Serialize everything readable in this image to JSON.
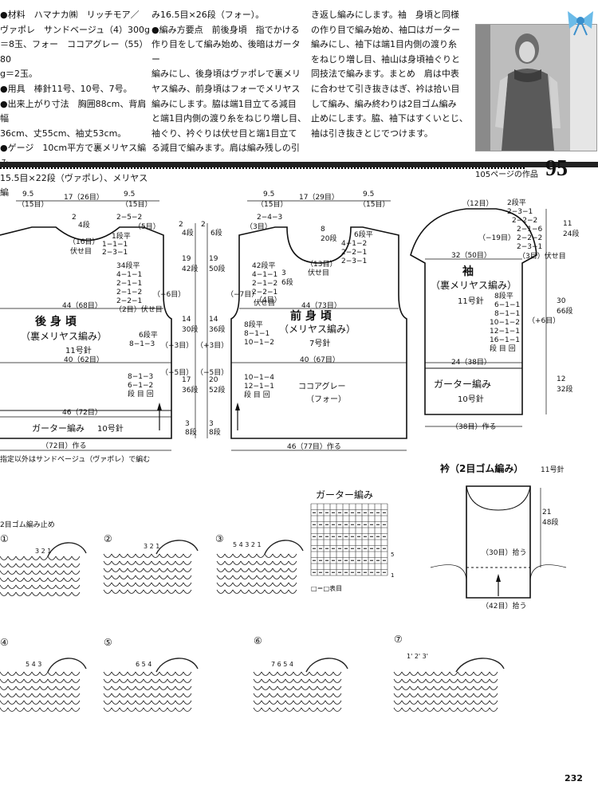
{
  "text_columns": {
    "col1": [
      {
        "text": "●材料　ハマナカ㈱　リッチモア／",
        "bold_prefix": ""
      },
      {
        "text": "ヴァポレ　サンドベージュ（4）300g"
      },
      {
        "text": "＝8玉、フォー　ココアグレー（55）80"
      },
      {
        "text": "g＝2玉。"
      },
      {
        "text": "●用具　棒針11号、10号、7号。"
      },
      {
        "text": "●出来上がり寸法　胸囲88cm、背肩幅"
      },
      {
        "text": "36cm、丈55cm、袖丈53cm。"
      },
      {
        "text": "●ゲージ　10cm平方で裏メリヤス編み"
      },
      {
        "text": "15.5目×22段（ヴァポレ）、メリヤス編"
      }
    ],
    "col2": [
      {
        "text": "み16.5目×26段（フォー）。"
      },
      {
        "text": "●編み方要点　前後身頃　指でかける"
      },
      {
        "text": "作り目をして編み始め、後暗はガーター"
      },
      {
        "text": "編みにし、後身頃はヴァポレで裏メリ"
      },
      {
        "text": "ヤス編み、前身頃はフォーでメリヤス"
      },
      {
        "text": "編みにします。脇は端1目立てる減目"
      },
      {
        "text": "と端1目内側の渡り糸をねじり増し目、"
      },
      {
        "text": "袖ぐり、衿ぐりは伏せ目と端1目立て"
      },
      {
        "text": "る減目で編みます。肩は編み残しの引"
      }
    ],
    "col3": [
      {
        "text": "き返し編みにします。袖　身頃と同様"
      },
      {
        "text": "の作り目で編み始め、袖口はガーター"
      },
      {
        "text": "編みにし、袖下は端1目内側の渡り糸"
      },
      {
        "text": "をねじり増し目、袖山は身頃袖ぐりと"
      },
      {
        "text": "同技法で編みます。まとめ　肩は中表"
      },
      {
        "text": "に合わせて引き抜きはぎ、衿は拾い目"
      },
      {
        "text": "して編み、編み終わりは2目ゴム編み"
      },
      {
        "text": "止めにします。脇、袖下はすくいとじ、"
      },
      {
        "text": "袖は引き抜きとじでつけます。"
      }
    ]
  },
  "header": {
    "page_ref": "105ページの作品",
    "page_number": "95"
  },
  "back": {
    "top_left": "9.5",
    "top_left_st": "（15目）",
    "top_mid": "17（26目）",
    "top_right": "9.5",
    "top_right_st": "（15目）",
    "neck_rows": "2",
    "neck_rows2": "4段",
    "neck_dec": "2−5−2",
    "neck_dec2": "（5目）",
    "neck_bind": "（16目）",
    "neck_bind2": "伏せ目",
    "arm1": "1段平",
    "arm2": "1−1−1",
    "arm3": "2−3−1",
    "arm4": "34段平",
    "arm5": "4−1−1",
    "arm6": "2−1−1",
    "arm7": "2−1−2",
    "arm8": "2−2−1",
    "arm9": "（2目）伏せ目",
    "arm_minus": "（−6目）",
    "width1": "44（68目）",
    "title": "後 身 頃",
    "subtitle": "（裏メリヤス編み）",
    "needle": "11号針",
    "side1": "6段平",
    "side2": "8−1−3",
    "side_plus": "（+3目）",
    "width2": "40（62目）",
    "side3": "（−5目）",
    "side4": "8−1−3",
    "side5": "6−1−2",
    "side6": "段 目 回",
    "width3": "46（72目）",
    "garter": "ガーター編み",
    "garter_needle": "10号針",
    "bottom": "（72目）作る",
    "dim1": "2",
    "dim1b": "4段",
    "dim2": "19",
    "dim2b": "42段",
    "dim3": "14",
    "dim3b": "30段",
    "dim4": "17",
    "dim4b": "36段",
    "dim5": "3",
    "dim5b": "8段"
  },
  "middle_dims": {
    "a": "2",
    "ab": "6段",
    "b": "19",
    "bb": "50段",
    "c": "14",
    "cb": "36段",
    "d": "20",
    "db": "52段",
    "e": "3",
    "eb": "8段",
    "plus": "（+3目）",
    "minus": "（−5目）"
  },
  "front": {
    "top_left": "9.5",
    "top_left_st": "（15目）",
    "top_mid": "17（29目）",
    "top_right": "9.5",
    "top_right_st": "（15目）",
    "neck_a": "2−4−3",
    "neck_a2": "（3目）",
    "neck_rows": "8",
    "neck_rows2": "20段",
    "neck_bind": "（13目）",
    "neck_bind2": "伏せ目",
    "neck_b1": "6段平",
    "neck_b2": "4−1−2",
    "neck_b3": "2−2−1",
    "neck_b4": "2−3−1",
    "arm1": "42段平",
    "arm2": "4−1−1",
    "arm3": "2−1−2",
    "arm4": "2−2−1",
    "arm5": "（4目）",
    "arm6": "伏せ目",
    "arm_rows": "3",
    "arm_rows2": "6段",
    "arm_minus": "（−7目）",
    "width1": "44（73目）",
    "title": "前 身 頃",
    "subtitle": "（メリヤス編み）",
    "needle": "7号針",
    "side1": "8段平",
    "side2": "8−1−1",
    "side3": "10−1−2",
    "side_plus": "（+3目）",
    "width2": "40（67目）",
    "side4": "（−5目）",
    "side5": "10−1−4",
    "side6": "12−1−1",
    "side7": "段 目 回",
    "color": "ココアグレー",
    "color2": "（フォー）",
    "bottom": "46（77目）作る"
  },
  "sleeve": {
    "top": "（12目）",
    "cap1": "2段平",
    "cap2": "2−3−1",
    "cap3": "2−2−2",
    "cap4": "2−1−6",
    "cap5": "2−2−2",
    "cap6": "2−3−1",
    "cap_minus": "（−19目）",
    "cap_bind": "（3目）伏せ目",
    "cap_h": "11",
    "cap_h2": "24段",
    "width1": "32（50目）",
    "title": "袖",
    "subtitle": "（裏メリヤス編み）",
    "needle": "11号針",
    "inc1": "8段平",
    "inc2": "6−1−1",
    "inc3": "8−1−1",
    "inc4": "10−1−2",
    "inc5": "12−1−1",
    "inc6": "16−1−1",
    "inc7": "段 目 回",
    "plus": "（+6目）",
    "len": "30",
    "len2": "66段",
    "width2": "24（38目）",
    "garter": "ガーター編み",
    "garter_needle": "10号針",
    "cuff": "12",
    "cuff2": "32段",
    "bottom": "（38目）作る"
  },
  "note": "指定以外はサンドベージュ（ヴァポレ）で編む",
  "collar": {
    "title": "衿（2目ゴム編み）",
    "needle": "11号針",
    "h": "21",
    "h2": "48段",
    "pick1": "（30目）拾う",
    "pick2": "（42目）拾う"
  },
  "garter_chart": {
    "title": "ガーター編み",
    "legend": "□＝□表目",
    "row_labels": [
      "5",
      "1"
    ]
  },
  "technique": {
    "title": "2目ゴム編み止め",
    "steps": [
      "①",
      "②",
      "③",
      "④",
      "⑤",
      "⑥",
      "⑦"
    ],
    "labels": {
      "s1": "3  2  1",
      "s2": "3  2  1",
      "s3": "5  4  3  2  1",
      "s4": "5  4  3",
      "s5": "6  5  4",
      "s6": "7  6  5  4",
      "s7": "1'  2'  3'"
    }
  },
  "footer_page": "232"
}
